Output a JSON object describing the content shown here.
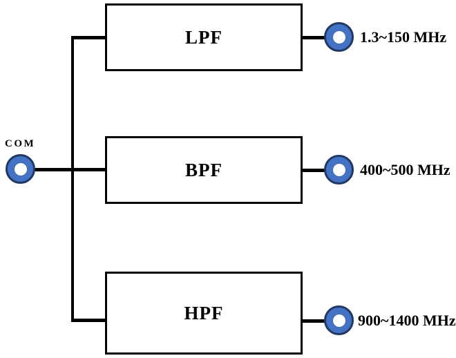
{
  "diagram": {
    "input_port": {
      "label": "COM",
      "icon": "donut-connector-icon"
    },
    "blocks": [
      {
        "label": "LPF",
        "output_label": "1.3~150 MHz"
      },
      {
        "label": "BPF",
        "output_label": "400~500 MHz"
      },
      {
        "label": "HPF",
        "output_label": "900~1400 MHz"
      }
    ],
    "colors": {
      "port_fill": "#4472c4",
      "port_border": "#1f3864",
      "port_hole": "#ffffff",
      "line": "#000000",
      "block_border": "#000000",
      "block_fill": "#ffffff",
      "background": "#ffffff",
      "text": "#000000"
    }
  }
}
